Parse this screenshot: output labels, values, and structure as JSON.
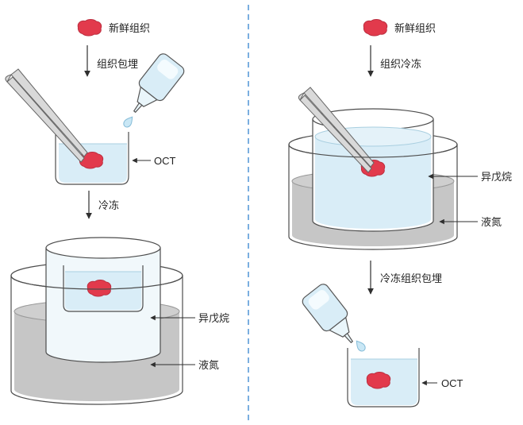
{
  "colors": {
    "tissue": "#e23a4c",
    "tissue_dark": "#bc2f40",
    "liquid_blue": "#d9edf7",
    "liquid_gray": "#c6c6c6",
    "divider": "#4f94d6",
    "outline": "#4d4d4d"
  },
  "left": {
    "tissue_label": "新鲜组织",
    "step1_label": "组织包埋",
    "oct_label": "OCT",
    "freeze_label": "冷冻",
    "isopentane_label": "异戊烷",
    "nitrogen_label": "液氮"
  },
  "right": {
    "tissue_label": "新鲜组织",
    "step1_label": "组织冷冻",
    "isopentane_label": "异戊烷",
    "nitrogen_label": "液氮",
    "step2_label": "冷冻组织包埋",
    "oct_label": "OCT"
  }
}
